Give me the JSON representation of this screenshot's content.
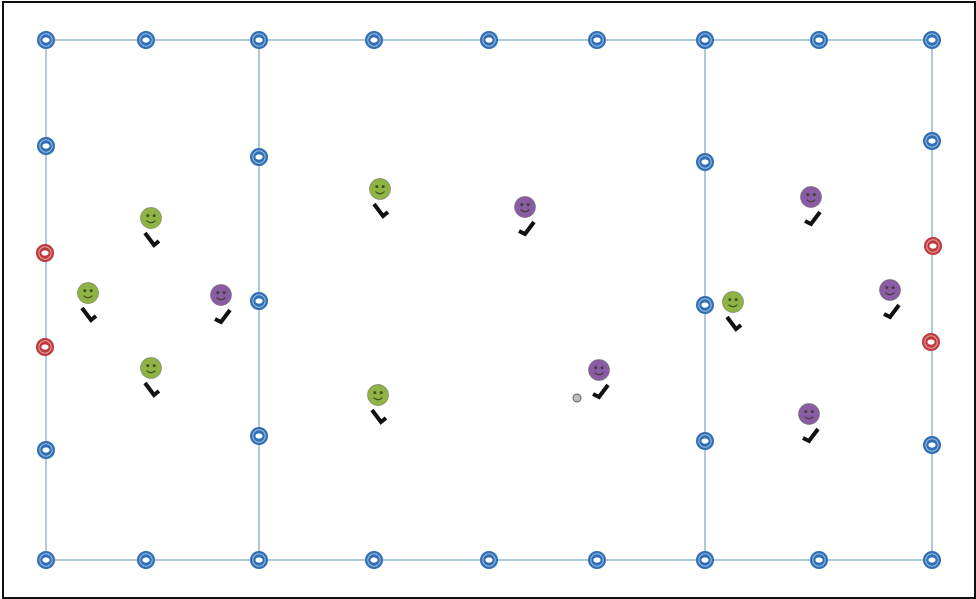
{
  "colors": {
    "line": "#7fb0c8",
    "cone_blue": "#2f6fb5",
    "cone_red": "#c0393b",
    "team_green": "#8fb443",
    "team_purple": "#8a5ca3",
    "stick": "#111111",
    "ball": "#bdbdbd"
  },
  "cones": [
    {
      "color": "blue"
    },
    {
      "color": "blue"
    },
    {
      "color": "blue"
    },
    {
      "color": "blue"
    },
    {
      "color": "blue"
    },
    {
      "color": "blue"
    },
    {
      "color": "blue"
    },
    {
      "color": "blue"
    },
    {
      "color": "blue"
    },
    {
      "color": "blue"
    },
    {
      "color": "blue"
    },
    {
      "color": "blue"
    },
    {
      "color": "blue"
    },
    {
      "color": "blue"
    },
    {
      "color": "blue"
    },
    {
      "color": "blue"
    },
    {
      "color": "blue"
    },
    {
      "color": "blue"
    },
    {
      "color": "blue"
    },
    {
      "color": "red"
    },
    {
      "color": "red"
    },
    {
      "color": "blue"
    },
    {
      "color": "blue"
    },
    {
      "color": "red"
    },
    {
      "color": "red"
    },
    {
      "color": "blue"
    },
    {
      "color": "blue"
    },
    {
      "color": "blue"
    },
    {
      "color": "blue"
    },
    {
      "color": "blue"
    },
    {
      "color": "blue"
    },
    {
      "color": "blue"
    }
  ],
  "players": [
    {
      "team": "green",
      "icon": "smiley-icon"
    },
    {
      "team": "green",
      "icon": "smiley-icon"
    },
    {
      "team": "green",
      "icon": "smiley-icon"
    },
    {
      "team": "green",
      "icon": "smiley-icon"
    },
    {
      "team": "green",
      "icon": "smiley-icon"
    },
    {
      "team": "green",
      "icon": "smiley-icon"
    },
    {
      "team": "purple",
      "icon": "smiley-icon"
    },
    {
      "team": "purple",
      "icon": "smiley-icon"
    },
    {
      "team": "purple",
      "icon": "smiley-icon"
    },
    {
      "team": "purple",
      "icon": "smiley-icon"
    },
    {
      "team": "purple",
      "icon": "smiley-icon"
    },
    {
      "team": "purple",
      "icon": "smiley-icon"
    }
  ],
  "ball": {
    "icon": "ball-icon"
  }
}
